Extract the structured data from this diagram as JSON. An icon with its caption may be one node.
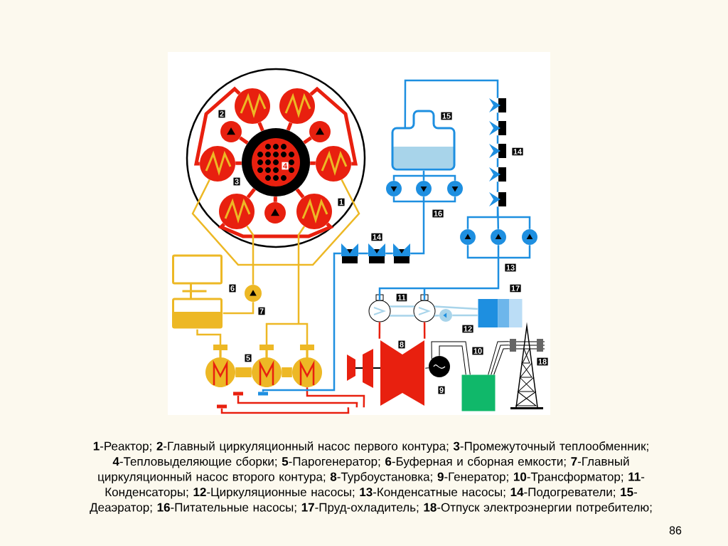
{
  "diagram": {
    "caption": "**1**-Реактор; **2**-Главный циркуляционный насос первого контура; **3**-Промежуточный теплообменник; **4**-Тепловыделяющие сборки; **5**-Парогенератор; **6**-Буферная и сборная емкости; **7**-Главный циркуляционный насос второго контура; **8**-Турбоустановка; **9**-Генератор; **10**-Трансформатор; **11**-Конденсаторы; **12**-Циркуляционные насосы; **13**-Конденсатные насосы; **14**-Подогреватели; **15**-Деаэратор; **16**-Питательные насосы; **17**-Пруд-охладитель; **18**-Отпуск электроэнергии потребителю;",
    "nodes": [
      {
        "text": [],
        "shape": "circle"
      },
      {
        "text": [],
        "shape": "circle",
        "in": 0
      },
      {
        "text": [],
        "shape": "circle",
        "in": 0
      },
      {
        "text": [],
        "shape": "circle",
        "in": 0
      },
      {
        "text": [],
        "shape": "circle",
        "in": 0
      },
      {
        "text": [],
        "shape": "circle",
        "in": 0
      },
      {
        "text": [],
        "shape": "circle",
        "in": 0
      },
      {
        "text": [],
        "shape": "circle",
        "in": 0
      },
      {
        "text": [],
        "shape": "circle",
        "in": 0
      },
      {
        "text": [],
        "shape": "circle",
        "in": 0
      },
      {
        "text": [],
        "shape": "circle",
        "in": 0
      },
      {
        "text": [],
        "shape": "picture"
      },
      {
        "text": [],
        "shape": "circle"
      },
      {
        "text": [],
        "shape": "circle"
      },
      {
        "text": [],
        "shape": "circle"
      },
      {
        "text": [],
        "shape": "circle"
      },
      {
        "text": [],
        "shape": "picture"
      },
      {
        "text": [],
        "shape": "circle"
      },
      {
        "text": [],
        "shape": "box"
      },
      {
        "text": [],
        "shape": "picture"
      },
      {
        "text": [],
        "shape": "circle"
      },
      {
        "text": [],
        "shape": "circle"
      },
      {
        "text": [],
        "shape": "circle"
      },
      {
        "text": [],
        "shape": "box"
      },
      {
        "text": [],
        "shape": "circle"
      },
      {
        "text": [],
        "shape": "circle"
      },
      {
        "text": [],
        "shape": "circle"
      },
      {
        "text": [],
        "shape": "picture"
      },
      {
        "text": [],
        "shape": "picture"
      },
      {
        "text": [],
        "shape": "picture"
      },
      {
        "text": [],
        "shape": "picture"
      },
      {
        "text": [],
        "shape": "picture"
      },
      {
        "text": [],
        "shape": "picture"
      },
      {
        "text": [],
        "shape": "circle"
      },
      {
        "text": [],
        "shape": "circle"
      },
      {
        "text": [],
        "shape": "circle"
      },
      {
        "text": [],
        "shape": "picture"
      },
      {
        "text": [],
        "shape": "picture"
      },
      {
        "text": [],
        "shape": "picture"
      },
      {
        "text": [],
        "shape": "bar"
      },
      {
        "text": [],
        "shape": "bar"
      },
      {
        "text": [],
        "shape": "bar"
      }
    ],
    "edges": [
      {
        "from": 1,
        "to": 2,
        "arrow": "none",
        "style": "thick",
        "color": "#e8200f"
      },
      {
        "from": 1,
        "to": 3,
        "arrow": "none",
        "style": "thick",
        "color": "#e8200f"
      },
      {
        "from": 1,
        "to": 4,
        "arrow": "none",
        "style": "thick",
        "color": "#e8200f"
      },
      {
        "from": 1,
        "to": 5,
        "arrow": "none",
        "style": "thick",
        "color": "#e8200f"
      },
      {
        "from": 1,
        "to": 6,
        "arrow": "none",
        "style": "thick",
        "color": "#e8200f"
      },
      {
        "from": 1,
        "to": 7,
        "arrow": "none",
        "style": "thick",
        "color": "#e8200f"
      },
      {
        "from": 1,
        "to": 8,
        "arrow": "none",
        "style": "thick",
        "color": "#e8200f"
      },
      {
        "from": 1,
        "to": 9,
        "arrow": "none",
        "style": "thick",
        "color": "#e8200f"
      },
      {
        "from": 1,
        "to": 10,
        "arrow": "none",
        "style": "thick",
        "color": "#e8200f"
      },
      {
        "from": 4,
        "to": 2,
        "arrow": "none",
        "style": "thick",
        "color": "#e8200f"
      },
      {
        "from": 5,
        "to": 3,
        "arrow": "none",
        "style": "thick",
        "color": "#e8200f"
      },
      {
        "from": 6,
        "to": 7,
        "arrow": "none",
        "style": "thick",
        "color": "#e8200f"
      },
      {
        "from": 4,
        "to": 5,
        "arrow": "none",
        "color": "#edb825"
      },
      {
        "from": 6,
        "to": 12,
        "arrow": "none",
        "color": "#edb825"
      },
      {
        "from": 12,
        "to": 11,
        "arrow": "none",
        "color": "#edb825"
      },
      {
        "from": 11,
        "to": 13,
        "arrow": "none",
        "color": "#edb825"
      },
      {
        "from": 7,
        "to": 14,
        "arrow": "none",
        "color": "#edb825"
      },
      {
        "from": 7,
        "to": 15,
        "arrow": "none",
        "color": "#edb825"
      },
      {
        "from": 13,
        "to": 14,
        "arrow": "none",
        "style": "thick",
        "color": "#edb825"
      },
      {
        "from": 14,
        "to": 15,
        "arrow": "none",
        "style": "thick",
        "color": "#edb825"
      },
      {
        "from": 15,
        "to": 16,
        "arrow": "none",
        "color": "#e8200f"
      },
      {
        "from": 39,
        "to": 16,
        "arrow": "none",
        "color": "#e8200f"
      },
      {
        "from": 40,
        "to": 16,
        "arrow": "none",
        "color": "#e8200f"
      },
      {
        "from": 16,
        "to": 20,
        "arrow": "none",
        "color": "#e8200f"
      },
      {
        "from": 16,
        "to": 21,
        "arrow": "none",
        "color": "#e8200f"
      },
      {
        "from": 16,
        "to": 17,
        "arrow": "none",
        "color": "#000000"
      },
      {
        "from": 17,
        "to": 23,
        "arrow": "none",
        "color": "#000000"
      },
      {
        "from": 17,
        "to": 23,
        "arrow": "none",
        "color": "#000000"
      },
      {
        "from": 23,
        "to": 19,
        "arrow": "none",
        "color": "#000000"
      },
      {
        "from": 23,
        "to": 19,
        "arrow": "none",
        "color": "#000000"
      },
      {
        "from": 23,
        "to": 19,
        "arrow": "none",
        "color": "#000000"
      },
      {
        "from": 20,
        "to": 21,
        "arrow": "none",
        "color": "#1e8fe0"
      },
      {
        "from": 21,
        "to": 24,
        "arrow": "none",
        "color": "#1e8fe0"
      },
      {
        "from": 21,
        "to": 25,
        "arrow": "none",
        "color": "#1e8fe0"
      },
      {
        "from": 21,
        "to": 26,
        "arrow": "none",
        "color": "#1e8fe0"
      },
      {
        "from": 24,
        "to": 31,
        "arrow": "none",
        "color": "#1e8fe0"
      },
      {
        "from": 25,
        "to": 31,
        "arrow": "none",
        "color": "#1e8fe0"
      },
      {
        "from": 26,
        "to": 31,
        "arrow": "none",
        "color": "#1e8fe0"
      },
      {
        "from": 31,
        "to": 30,
        "arrow": "none",
        "color": "#1e8fe0"
      },
      {
        "from": 30,
        "to": 29,
        "arrow": "none",
        "color": "#1e8fe0"
      },
      {
        "from": 29,
        "to": 28,
        "arrow": "none",
        "color": "#1e8fe0"
      },
      {
        "from": 28,
        "to": 27,
        "arrow": "none",
        "color": "#1e8fe0"
      },
      {
        "from": 27,
        "to": 32,
        "arrow": "none",
        "color": "#1e8fe0"
      },
      {
        "from": 32,
        "to": 33,
        "arrow": "none",
        "color": "#1e8fe0"
      },
      {
        "from": 32,
        "to": 34,
        "arrow": "none",
        "color": "#1e8fe0"
      },
      {
        "from": 32,
        "to": 35,
        "arrow": "none",
        "color": "#1e8fe0"
      },
      {
        "from": 33,
        "to": 38,
        "arrow": "none",
        "color": "#1e8fe0"
      },
      {
        "from": 34,
        "to": 38,
        "arrow": "none",
        "color": "#1e8fe0"
      },
      {
        "from": 35,
        "to": 38,
        "arrow": "none",
        "color": "#1e8fe0"
      },
      {
        "from": 38,
        "to": 37,
        "arrow": "none",
        "color": "#1e8fe0"
      },
      {
        "from": 37,
        "to": 36,
        "arrow": "none",
        "color": "#1e8fe0"
      },
      {
        "from": 36,
        "to": 41,
        "arrow": "none",
        "color": "#1e8fe0"
      },
      {
        "from": 20,
        "to": 21,
        "arrow": "none",
        "color": "#a8d4ea"
      },
      {
        "from": 20,
        "to": 21,
        "arrow": "none",
        "color": "#a8d4ea"
      },
      {
        "from": 21,
        "to": 18,
        "arrow": "none",
        "color": "#a8d4ea"
      },
      {
        "from": 21,
        "to": 22,
        "arrow": "none",
        "color": "#a8d4ea"
      },
      {
        "from": 22,
        "to": 18,
        "arrow": "none",
        "color": "#a8d4ea"
      }
    ],
    "labels": [
      "2",
      "15",
      "14",
      "4",
      "3",
      "1",
      "16",
      "14",
      "13",
      "6",
      "17",
      "11",
      "7",
      "12",
      "8",
      "10",
      "5",
      "18",
      "9",
      "86"
    ]
  }
}
